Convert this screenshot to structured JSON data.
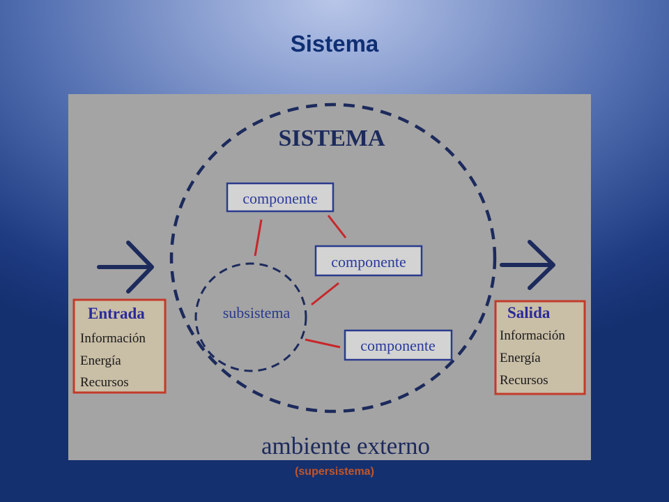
{
  "slide": {
    "title": "Sistema",
    "caption": "(supersistema)"
  },
  "diagram": {
    "system_label": "SISTEMA",
    "components": [
      "componente",
      "componente",
      "componente"
    ],
    "subsystem_label": "subsistema",
    "environment_label": "ambiente externo",
    "input": {
      "heading": "Entrada",
      "items": [
        "Información",
        "Energía",
        "Recursos"
      ]
    },
    "output": {
      "heading": "Salida",
      "items": [
        "Información",
        "Energía",
        "Recursos"
      ]
    },
    "colors": {
      "background": "#a4a4a4",
      "system_outline": "#1c2a5c",
      "component_border": "#2a3a8c",
      "component_text": "#2a3a9c",
      "connector": "#c8262a",
      "io_box_border": "#c33a2a",
      "io_box_fill": "#c9bea6",
      "io_heading": "#2a2a9c",
      "arrow": "#1c2a5c"
    },
    "icons": {
      "input_arrow": "arrow-right-icon",
      "output_arrow": "arrow-right-icon"
    }
  }
}
